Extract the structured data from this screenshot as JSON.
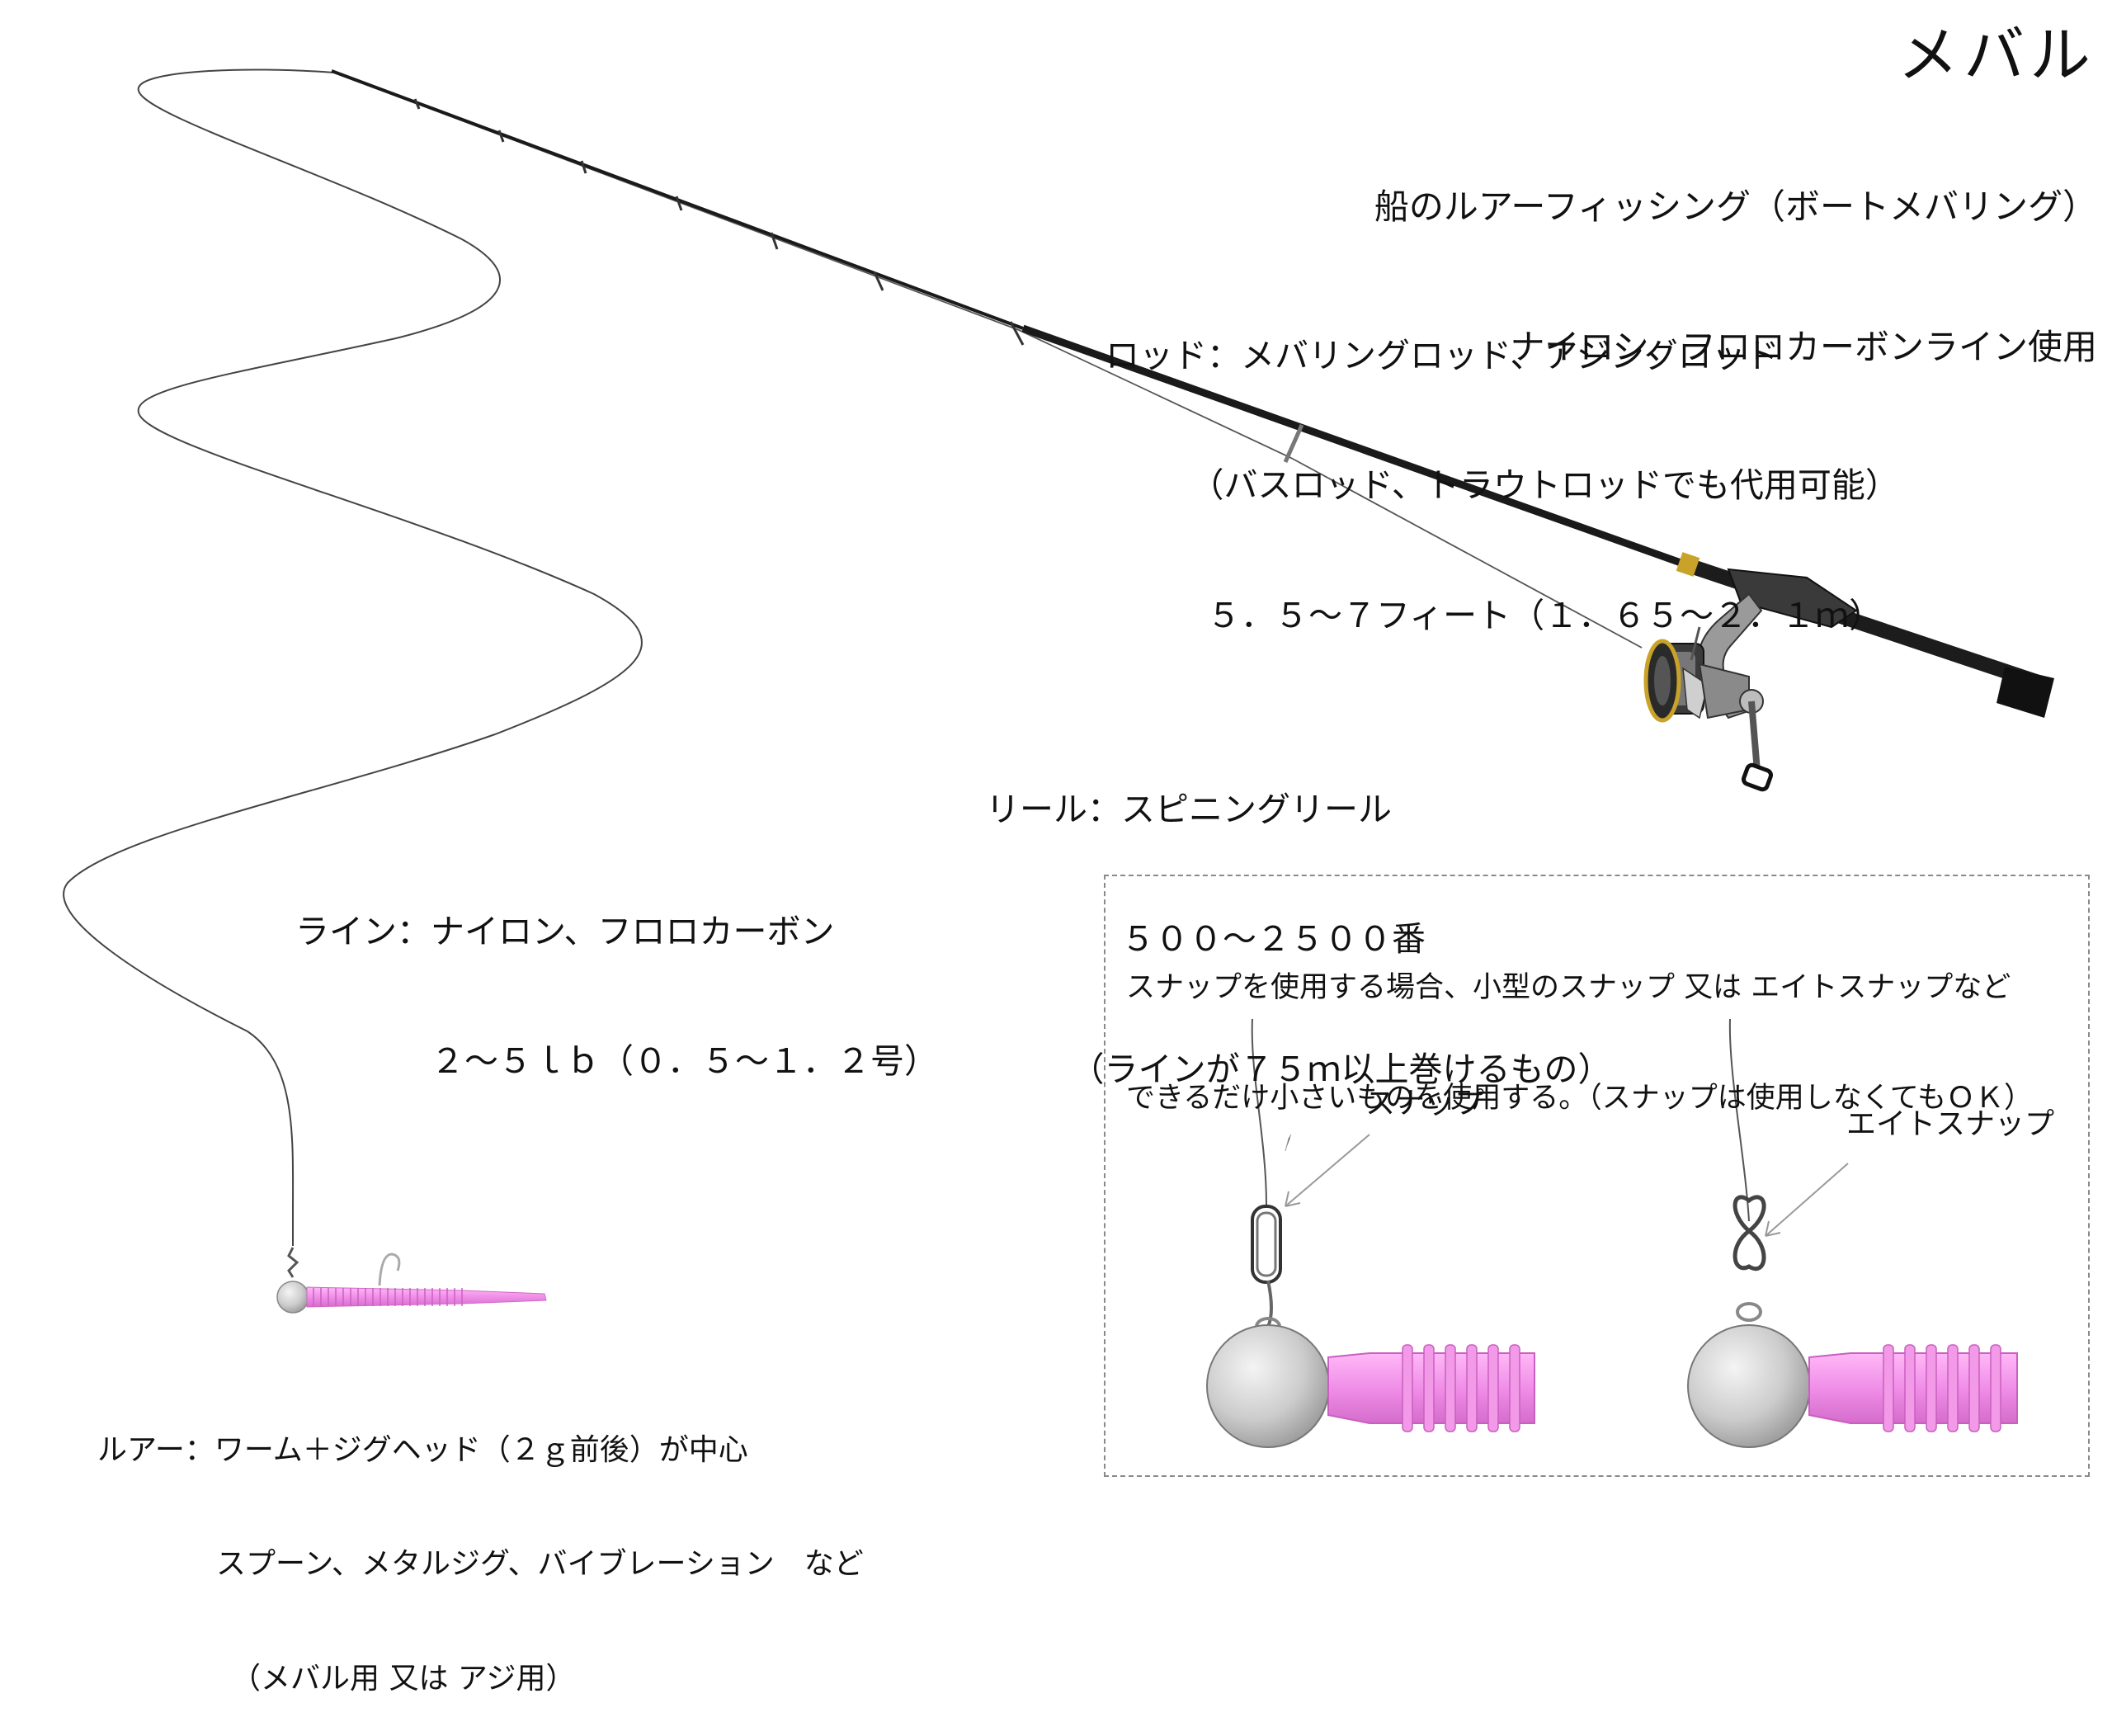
{
  "title": "メバル",
  "subtitle": {
    "line1": "船のルアーフィッシング（ボートメバリング）",
    "line2": "ナイロン、フロロカーボンライン使用"
  },
  "rod": {
    "line1": "ロッド：メバリングロッド、アジングロッド",
    "line2": "　　　（バスロッド、トラウトロッドでも代用可能）",
    "line3": "　　　５．５～７フィート（１．６５～２．１ｍ）"
  },
  "reel": {
    "line1": "リール：スピニングリール",
    "line2": "　　　　５００～２５００番",
    "line3": "　　　（ラインが７５ｍ以上巻けるもの）"
  },
  "line": {
    "line1": "ライン：ナイロン、フロロカーボン",
    "line2": "　　　　２～５ｌｂ（０．５～１．２号）"
  },
  "lure": {
    "line1": "ルアー：ワーム＋ジグヘッド（２ｇ前後）が中心",
    "line2": "　　　　スプーン、メタルジグ、バイブレーション　など",
    "line3": "　　　　　（メバル用 又は アジ用）"
  },
  "snap_box": {
    "note_line1": "スナップを使用する場合、小型のスナップ 又は エイトスナップなど",
    "note_line2": "できるだけ小さいものを使用する。（スナップは使用しなくてもＯＫ）",
    "snap_label": "スナップ",
    "eight_snap_label": "エイトスナップ"
  },
  "colors": {
    "worm": "#f08ee8",
    "jighead": "#c8c8c8",
    "rod": "#1a1a1a",
    "rod_winding_gold": "#c9a22a",
    "reel_body": "#8a8a8a"
  },
  "icons": {
    "rod": "fishing-rod-icon",
    "reel": "spinning-reel-icon",
    "lure": "jighead-worm-icon",
    "snap": "snap-icon",
    "eight_snap": "eight-snap-icon"
  }
}
